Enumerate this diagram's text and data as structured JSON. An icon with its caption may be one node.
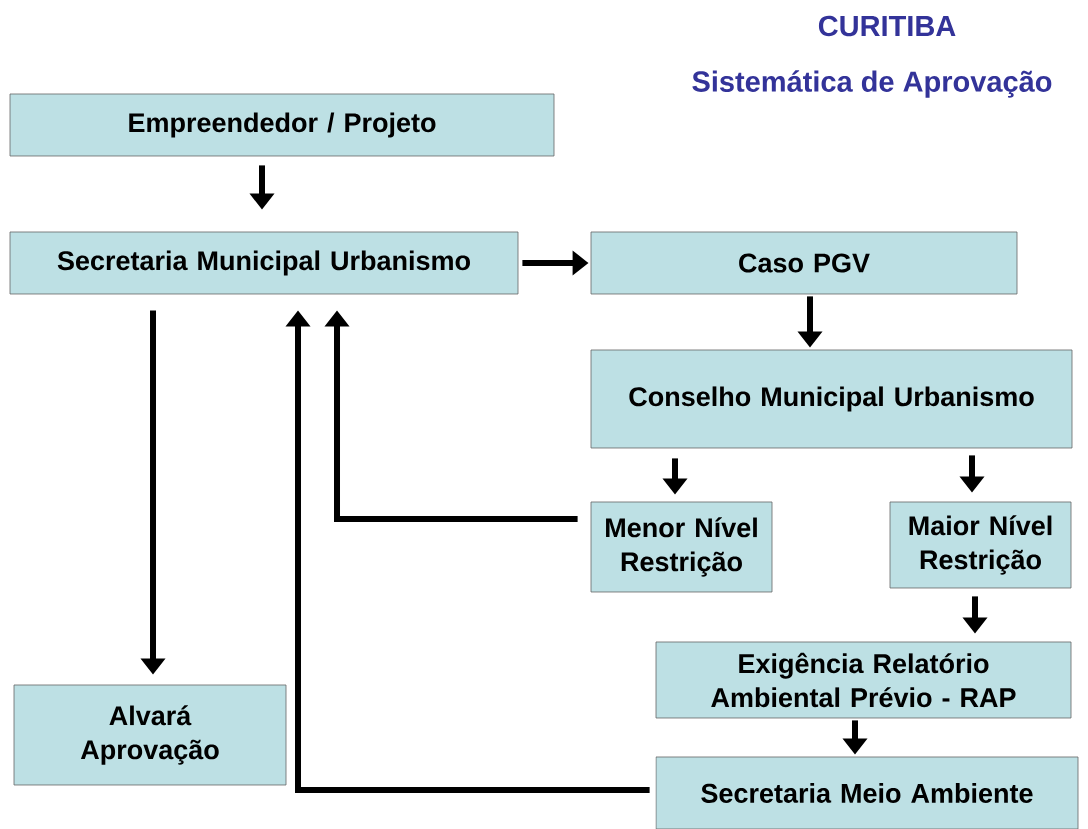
{
  "diagram": {
    "title": "CURITIBA",
    "nodes": [
      {
        "text": [
          "Empreendedor / Projeto"
        ]
      },
      {
        "text": [
          "Secretaria Municipal Urbanismo"
        ]
      },
      {
        "text": [
          "Caso PGV"
        ]
      },
      {
        "text": [
          "Conselho Municipal Urbanismo"
        ]
      },
      {
        "text": [
          "Menor Nível Restrição"
        ]
      },
      {
        "text": [
          "Maior Nível Restrição"
        ]
      },
      {
        "text": [
          "Exigência Relatório Ambiental Prévio - RAP"
        ]
      },
      {
        "text": [
          "Alvará Aprovação"
        ]
      },
      {
        "text": [
          "Secretaria Meio Ambiente"
        ]
      }
    ],
    "edges": [
      {
        "from": 0,
        "to": 1,
        "arrow": "to"
      },
      {
        "from": 1,
        "to": 2,
        "arrow": "to"
      },
      {
        "from": 2,
        "to": 3,
        "arrow": "to"
      },
      {
        "from": 3,
        "to": 4,
        "arrow": "to"
      },
      {
        "from": 3,
        "to": 5,
        "arrow": "to"
      },
      {
        "from": 5,
        "to": 6,
        "arrow": "to"
      },
      {
        "from": 6,
        "to": 8,
        "arrow": "to"
      },
      {
        "from": 1,
        "to": 7,
        "arrow": "to"
      },
      {
        "from": 4,
        "to": 1,
        "arrow": "to"
      },
      {
        "from": 8,
        "to": 1,
        "arrow": "to"
      }
    ],
    "labels": [
      "Sistemática de Aprovação"
    ]
  }
}
